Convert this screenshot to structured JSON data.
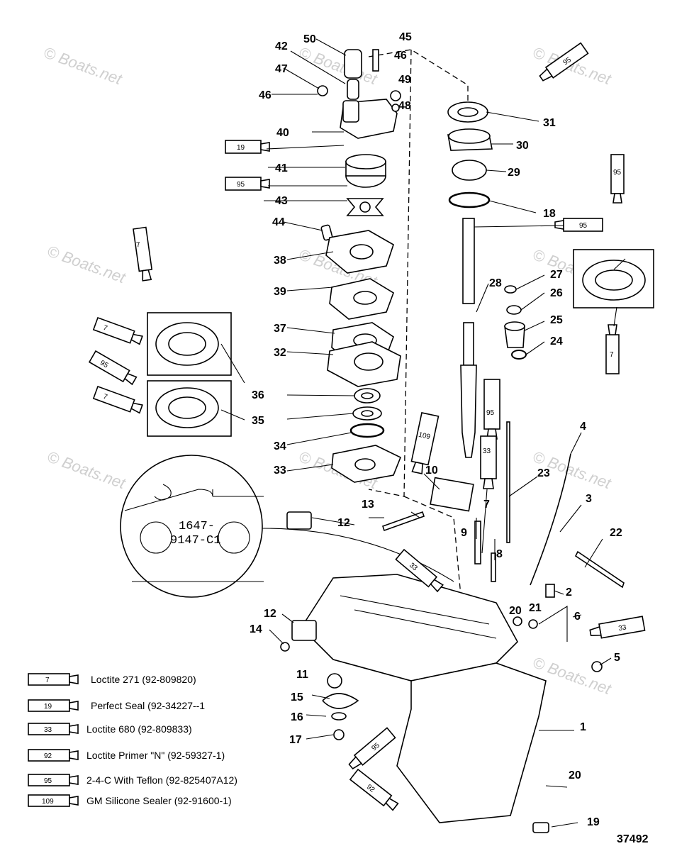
{
  "watermarks": [
    "© Boats.net",
    "© Boats.net",
    "© Boats.net",
    "© Boats.net",
    "© Boats.net",
    "© Boats.net",
    "© Boats.net",
    "© Boats.net",
    "© Boats.net",
    "© Boats.net"
  ],
  "callouts": [
    "50",
    "45",
    "42",
    "46",
    "47",
    "49",
    "46",
    "48",
    "40",
    "31",
    "30",
    "41",
    "29",
    "43",
    "18",
    "44",
    "38",
    "28",
    "27",
    "26",
    "39",
    "25",
    "24",
    "37",
    "32",
    "36",
    "35",
    "34",
    "33",
    "10",
    "23",
    "4",
    "13",
    "12",
    "7",
    "3",
    "9",
    "22",
    "8",
    "2",
    "20",
    "21",
    "6",
    "12",
    "14",
    "11",
    "5",
    "15",
    "16",
    "1",
    "17",
    "20",
    "19"
  ],
  "stamp": {
    "line1": "1647-",
    "line2": "9147-C1"
  },
  "tubes": [
    "95",
    "19",
    "95",
    "95",
    "95",
    "7",
    "7",
    "95",
    "7",
    "95",
    "109",
    "33",
    "33",
    "33",
    "92"
  ],
  "legend": [
    {
      "code": "7",
      "text": "Loctite 271 (92-809820)"
    },
    {
      "code": "19",
      "text": "Perfect Seal (92-34227--1"
    },
    {
      "code": "33",
      "text": "Loctite 680 (92-809833)"
    },
    {
      "code": "92",
      "text": "Loctite Primer \"N\" (92-59327-1)"
    },
    {
      "code": "95",
      "text": "2-4-C  With Teflon (92-825407A12)"
    },
    {
      "code": "109",
      "text": "GM Silicone Sealer (92-91600-1)"
    }
  ],
  "figure_number": "37492"
}
